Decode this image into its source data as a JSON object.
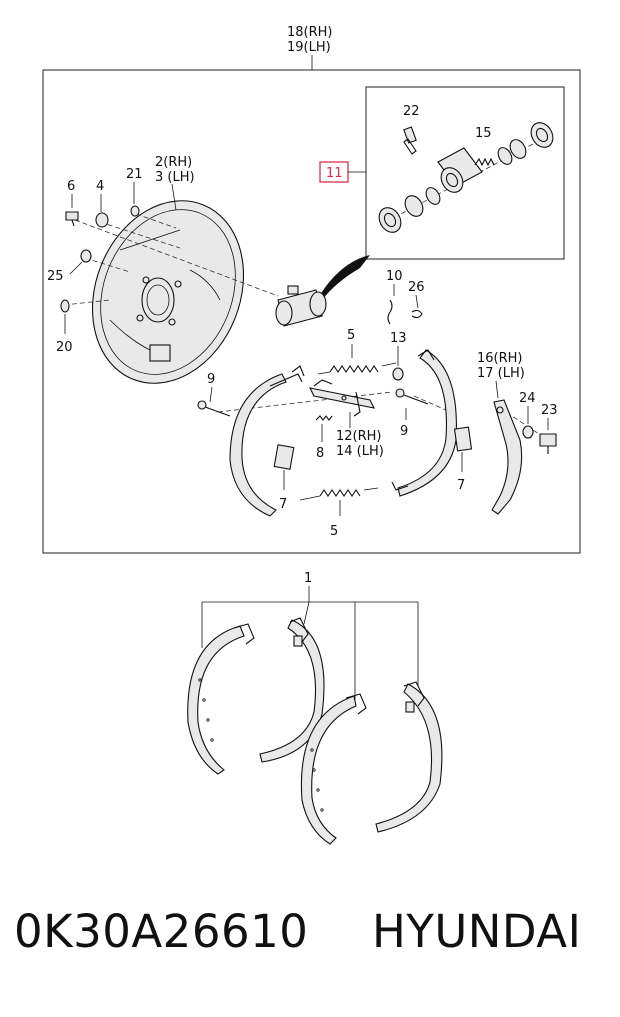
{
  "diagram": {
    "assembly_label_rh": "18(RH)",
    "assembly_label_lh": "19(LH)",
    "highlighted_callout": "11",
    "callouts": {
      "p22": "22",
      "p15": "15",
      "p6": "6",
      "p4": "4",
      "p21": "21",
      "p2_rh": "2(RH)",
      "p3_lh": "3 (LH)",
      "p25": "25",
      "p20": "20",
      "p10": "10",
      "p26": "26",
      "p5_top": "5",
      "p13": "13",
      "p16_rh": "16(RH)",
      "p17_lh": "17 (LH)",
      "p9_left": "9",
      "p9_right": "9",
      "p24": "24",
      "p23": "23",
      "p12_rh": "12(RH)",
      "p14_lh": "14 (LH)",
      "p8": "8",
      "p7_left": "7",
      "p7_right": "7",
      "p5_bottom": "5",
      "p1": "1"
    }
  },
  "footer": {
    "part_number": "0K30A26610",
    "brand": "HYUNDAI"
  }
}
